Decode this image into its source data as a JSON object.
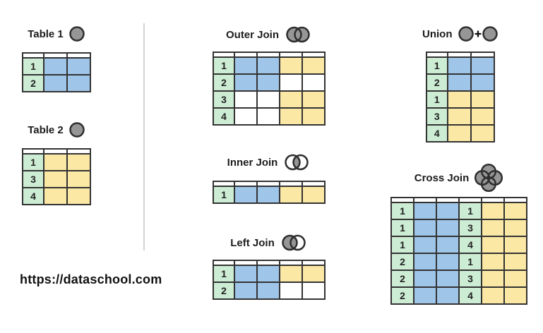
{
  "watermark": {
    "url_text": "https://dataschool.com"
  },
  "palette": {
    "key_green": "#cdecd4",
    "table1_blue": "#9fc5e8",
    "table2_yellow": "#fbe8a5",
    "empty_white": "#ffffff",
    "grid_border": "#333333",
    "icon_gray": "#969696",
    "icon_outline": "#2e2e2e",
    "divider_gray": "#d2d2d2"
  },
  "cell_legend": {
    "numeric_string": "key column cell (green) showing that id",
    "b": "table 1 value cell (blue)",
    "y": "table 2 value cell (yellow)",
    "w": "unmatched cell (white)"
  },
  "diagrams": [
    {
      "id": "table1",
      "label": "Table 1",
      "icon": "single-circle",
      "grid": [
        [
          "1",
          "b",
          "b"
        ],
        [
          "2",
          "b",
          "b"
        ]
      ]
    },
    {
      "id": "table2",
      "label": "Table 2",
      "icon": "single-circle",
      "grid": [
        [
          "1",
          "y",
          "y"
        ],
        [
          "3",
          "y",
          "y"
        ],
        [
          "4",
          "y",
          "y"
        ]
      ]
    },
    {
      "id": "outer-join",
      "label": "Outer Join",
      "icon": "venn-both-filled",
      "grid": [
        [
          "1",
          "b",
          "b",
          "y",
          "y"
        ],
        [
          "2",
          "b",
          "b",
          "w",
          "w"
        ],
        [
          "3",
          "w",
          "w",
          "y",
          "y"
        ],
        [
          "4",
          "w",
          "w",
          "y",
          "y"
        ]
      ]
    },
    {
      "id": "inner-join",
      "label": "Inner Join",
      "icon": "venn-intersection-filled",
      "grid": [
        [
          "1",
          "b",
          "b",
          "y",
          "y"
        ]
      ]
    },
    {
      "id": "left-join",
      "label": "Left Join",
      "icon": "venn-left-filled",
      "grid": [
        [
          "1",
          "b",
          "b",
          "y",
          "y"
        ],
        [
          "2",
          "b",
          "b",
          "w",
          "w"
        ]
      ]
    },
    {
      "id": "union",
      "label": "Union",
      "icon": "two-circles-plus",
      "grid": [
        [
          "1",
          "b",
          "b"
        ],
        [
          "2",
          "b",
          "b"
        ],
        [
          "1",
          "y",
          "y"
        ],
        [
          "3",
          "y",
          "y"
        ],
        [
          "4",
          "y",
          "y"
        ]
      ]
    },
    {
      "id": "cross-join",
      "label": "Cross Join",
      "icon": "four-circle-clover",
      "grid": [
        [
          "1",
          "b",
          "b",
          "1",
          "y",
          "y"
        ],
        [
          "1",
          "b",
          "b",
          "3",
          "y",
          "y"
        ],
        [
          "1",
          "b",
          "b",
          "4",
          "y",
          "y"
        ],
        [
          "2",
          "b",
          "b",
          "1",
          "y",
          "y"
        ],
        [
          "2",
          "b",
          "b",
          "3",
          "y",
          "y"
        ],
        [
          "2",
          "b",
          "b",
          "4",
          "y",
          "y"
        ]
      ]
    }
  ]
}
